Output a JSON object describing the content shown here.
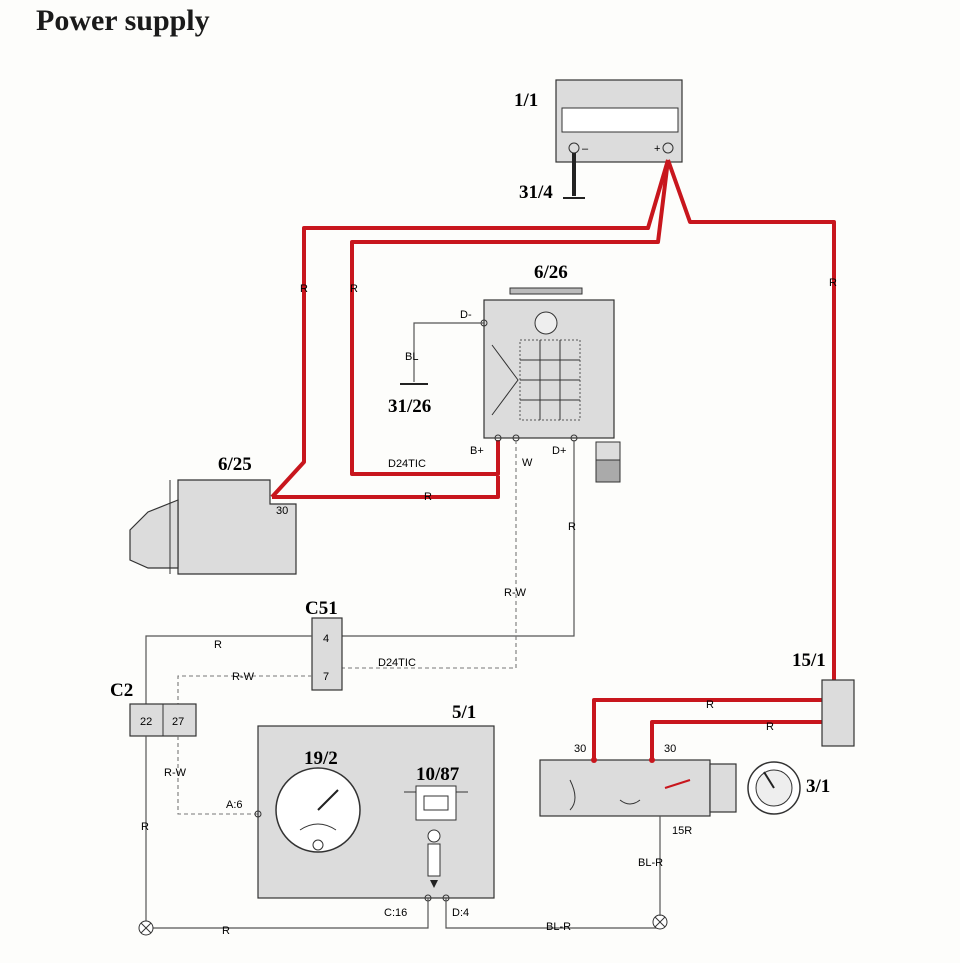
{
  "title": "Power supply",
  "components": {
    "battery": "1/1",
    "battery_ground": "31/4",
    "alternator": "6/26",
    "alternator_ground": "31/26",
    "starter": "6/25",
    "connector_c51": "C51",
    "connector_c2": "C2",
    "instrument_cluster": "5/1",
    "gauge": "19/2",
    "charge_lamp": "10/87",
    "fuse_box": "15/1",
    "ignition_switch": "3/1"
  },
  "terminals": {
    "d_minus": "D-",
    "b_plus": "B+",
    "w": "W",
    "d_plus": "D+",
    "starter_30": "30",
    "c51_pin4": "4",
    "c51_pin7": "7",
    "c2_pin22": "22",
    "c2_pin27": "27",
    "a6": "A:6",
    "c16": "C:16",
    "d4": "D:4",
    "ign_30_left": "30",
    "ign_30_right": "30",
    "ign_15r": "15R"
  },
  "wire_labels": {
    "r_left_vertical": "R",
    "r_mid_vertical": "R",
    "r_right_vertical": "R",
    "bl": "BL",
    "d24tic_top": "D24TIC",
    "r_starter": "R",
    "w": "W",
    "r_dplus": "R",
    "rw_alt": "R-W",
    "r_c51": "R",
    "d24tic_bottom": "D24TIC",
    "rw_c51": "R-W",
    "rw_c2": "R-W",
    "r_c2": "R",
    "r_bottom": "R",
    "blr_bottom": "BL-R",
    "blr_vertical": "BL-R",
    "r_fuse_top": "R",
    "r_fuse_bottom": "R"
  }
}
